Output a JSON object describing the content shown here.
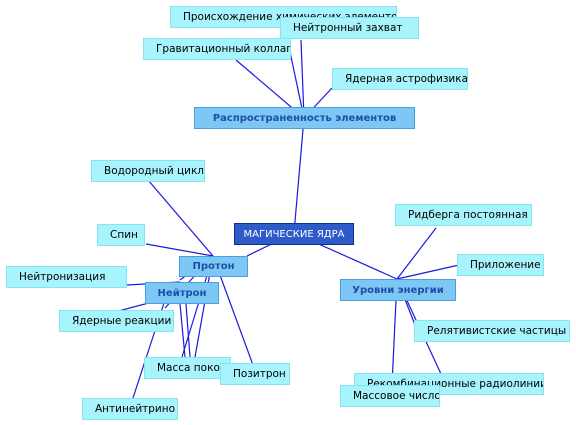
{
  "root": {
    "label": "МАГИЧЕСКИЕ ЯДРА"
  },
  "branches": {
    "abundance": {
      "label": "Распространенность элементов",
      "leaves": {
        "origin": "Происхождение химических элементов",
        "neutron_capture": "Нейтронный захват",
        "grav_collapse": "Гравитационный коллапс",
        "nuclear_astro": "Ядерная астрофизика"
      }
    },
    "proton": {
      "label": "Протон",
      "leaves": {
        "hydrogen_cycle": "Водородный цикл",
        "spin": "Спин",
        "positron": "Позитрон"
      }
    },
    "neutron": {
      "label": "Нейтрон",
      "leaves": {
        "neutronization": "Нейтронизация",
        "nuclear_reactions": "Ядерные реакции",
        "rest_mass": "Масса покоя",
        "antineutrino": "Антинейтрино"
      }
    },
    "energy_levels": {
      "label": "Уровни энергии",
      "leaves": {
        "rydberg": "Ридберга постоянная",
        "application": "Приложение",
        "relativistic": "Релятивистские частицы",
        "recombination": "Рекомбинационные радиолинии",
        "mass_number": "Массовое число"
      }
    }
  }
}
